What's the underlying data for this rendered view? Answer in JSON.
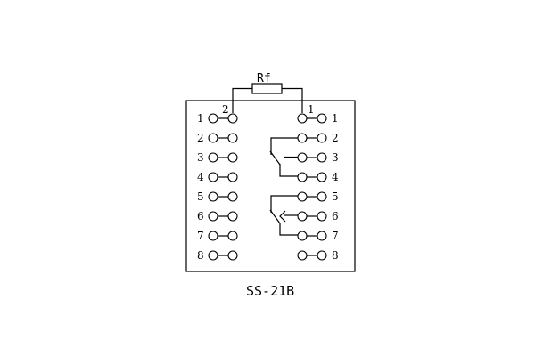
{
  "resistor_label": "Rf",
  "model_label": "SS-21B",
  "left_column_numbers": [
    "1",
    "2",
    "3",
    "4",
    "5",
    "6",
    "7",
    "8"
  ],
  "right_column_numbers": [
    "1",
    "2",
    "3",
    "4",
    "5",
    "6",
    "7",
    "8"
  ],
  "left_top_mark": "2",
  "right_top_mark": "1"
}
